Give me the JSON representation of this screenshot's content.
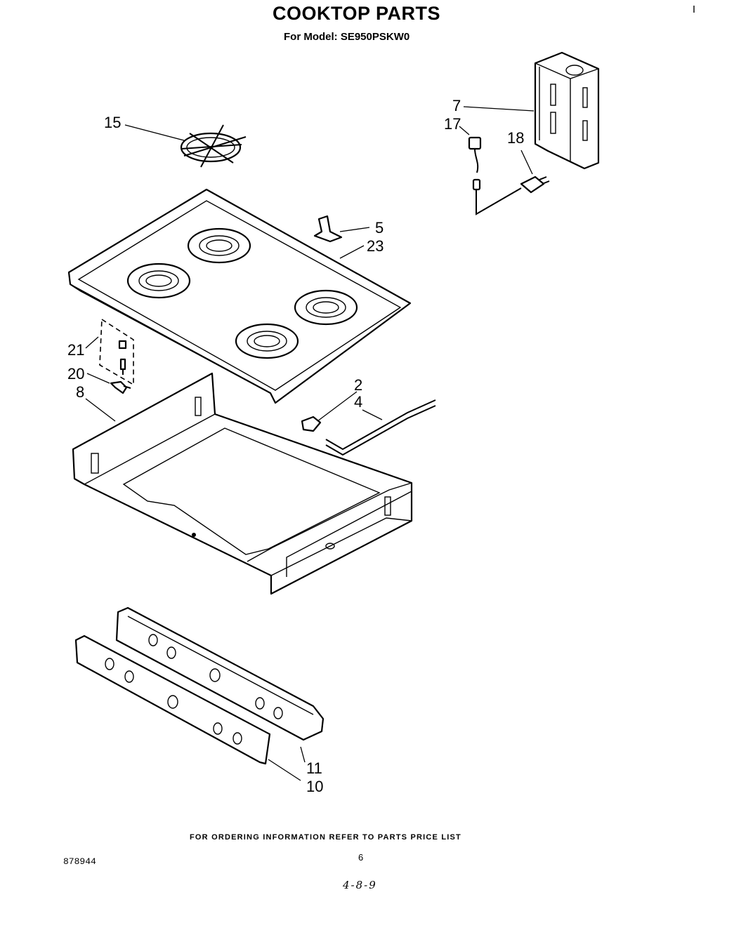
{
  "header": {
    "title": "COOKTOP PARTS",
    "model_line": "For Model: SE950PSKW0"
  },
  "callouts": [
    {
      "id": "15",
      "part": "grate"
    },
    {
      "id": "7",
      "part": "bracket-box"
    },
    {
      "id": "17",
      "part": "terminal"
    },
    {
      "id": "18",
      "part": "connector"
    },
    {
      "id": "5",
      "part": "clip"
    },
    {
      "id": "23",
      "part": "cooktop"
    },
    {
      "id": "21",
      "part": "igniter-kit"
    },
    {
      "id": "20",
      "part": "small-bracket"
    },
    {
      "id": "8",
      "part": "burner-box"
    },
    {
      "id": "2",
      "part": "knob-clip"
    },
    {
      "id": "4",
      "part": "rod"
    },
    {
      "id": "11",
      "part": "control-panel-back"
    },
    {
      "id": "10",
      "part": "control-panel-front"
    }
  ],
  "footer": {
    "ordering_note": "FOR ORDERING INFORMATION REFER TO PARTS PRICE LIST",
    "page_number": "6",
    "doc_number": "878944",
    "handwritten_date": "4-8-9"
  }
}
